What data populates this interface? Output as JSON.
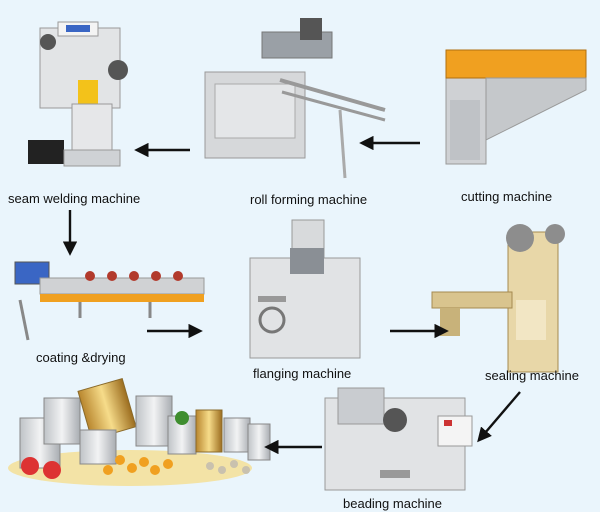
{
  "steps": {
    "seam_welding": "seam welding machine",
    "roll_forming": "roll forming machine",
    "cutting": "cutting machine",
    "coating_drying": "coating &drying",
    "flanging": "flanging machine",
    "sealing": "sealing machine",
    "beading": "beading machine"
  },
  "colors": {
    "background": "#eaf5fc",
    "machine_body": "#d8dadc",
    "machine_cream": "#e8d7a8",
    "arrow": "#111111",
    "orange": "#f0a020"
  }
}
